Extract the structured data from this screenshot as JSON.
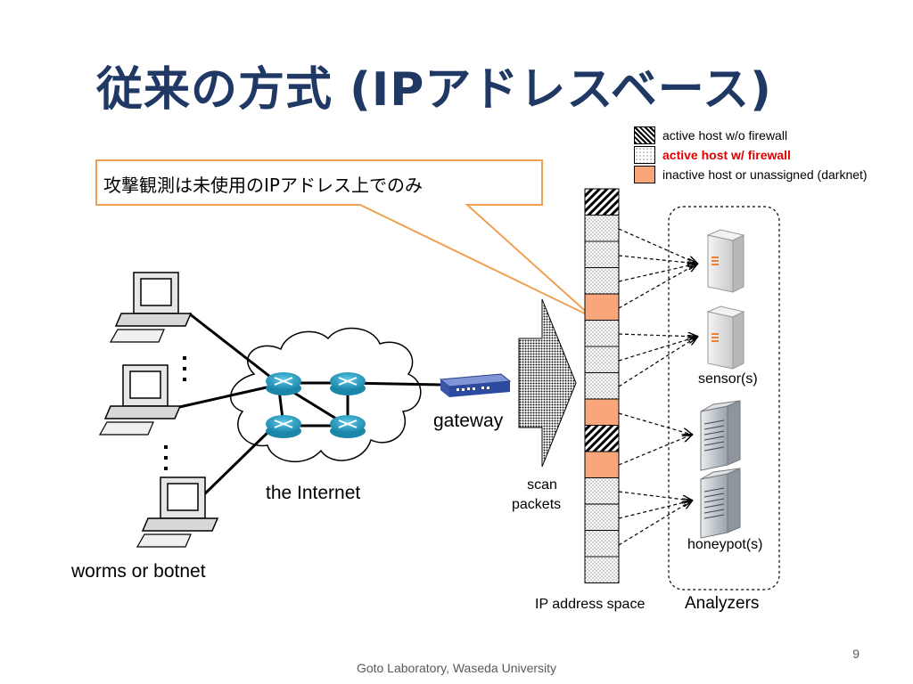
{
  "slide": {
    "title": "従来の方式  (IPアドレスベース)",
    "callout": "攻撃観測は未使用のIPアドレス上でのみ",
    "footer": "Goto Laboratory, Waseda University",
    "page_number": "9"
  },
  "legend": [
    {
      "label": "active host w/o firewall",
      "pattern": "hatched",
      "text_color": "#000000",
      "bold": false
    },
    {
      "label": "active host w/ firewall",
      "pattern": "dotted",
      "text_color": "#e00000",
      "bold": true
    },
    {
      "label": "inactive host or unassigned (darknet)",
      "pattern": "orange",
      "text_color": "#000000",
      "bold": false
    }
  ],
  "labels": {
    "worms": "worms or botnet",
    "internet": "the Internet",
    "gateway": "gateway",
    "scan_line1": "scan",
    "scan_line2": "packets",
    "ip_space": "IP address space",
    "analyzers": "Analyzers",
    "sensors": "sensor(s)",
    "honeypots": "honeypot(s)"
  },
  "address_space": [
    "hatched",
    "dotted",
    "dotted",
    "dotted",
    "orange",
    "dotted",
    "dotted",
    "dotted",
    "orange",
    "hatched",
    "orange",
    "dotted",
    "dotted",
    "dotted",
    "dotted"
  ],
  "colors": {
    "title": "#1f3864",
    "callout_border": "#f0a050",
    "darknet": "#f9a77a",
    "router": "#2aa4c8",
    "legend_red": "#e00000"
  },
  "icons": [
    "computer-icon",
    "router-icon",
    "gateway-icon",
    "sensor-server-icon",
    "honeypot-server-icon",
    "cloud-icon"
  ]
}
